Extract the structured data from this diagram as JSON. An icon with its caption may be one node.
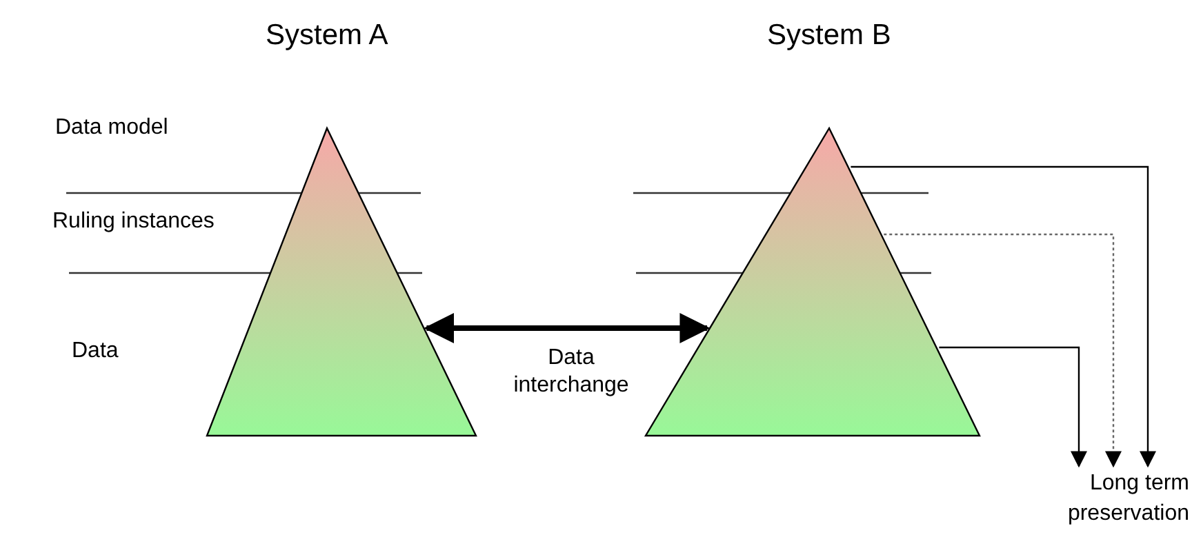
{
  "diagram": {
    "nodes": [
      {
        "text": [
          "System A"
        ]
      },
      {
        "text": [
          "System B"
        ]
      },
      {
        "text": [
          "Long term preservation"
        ]
      }
    ],
    "edges": [
      {
        "from": 0,
        "to": 1,
        "arrow": "both",
        "label": "Data interchange",
        "style": "thick"
      },
      {
        "from": 1,
        "to": 2,
        "arrow": "to"
      },
      {
        "from": 1,
        "to": 2,
        "arrow": "to",
        "style": "dashed",
        "color": "#666666"
      },
      {
        "from": 1,
        "to": 2,
        "arrow": "to"
      }
    ],
    "labels": [
      "Data model",
      "Ruling instances",
      "Data"
    ]
  }
}
